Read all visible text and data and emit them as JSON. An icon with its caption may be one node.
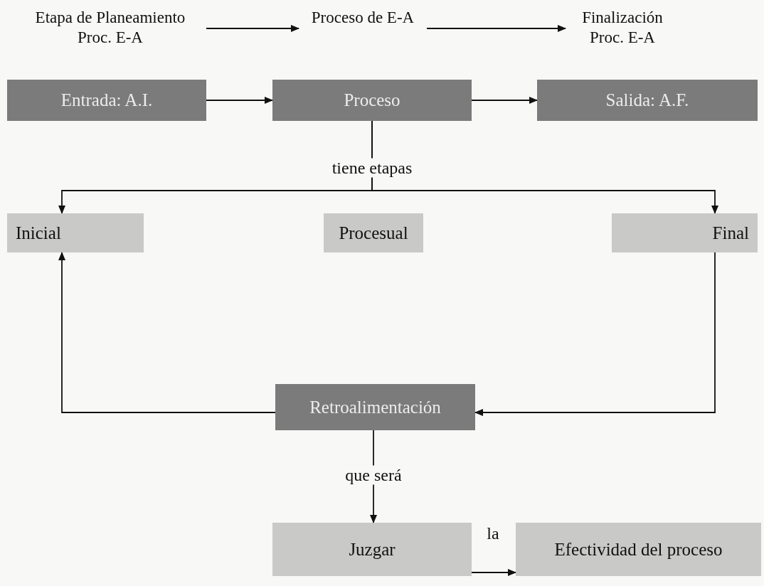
{
  "diagram": {
    "nodes": [
      {
        "text": [
          "Etapa de Planeamiento Proc. E-A"
        ]
      },
      {
        "text": [
          "Proceso de E-A"
        ]
      },
      {
        "text": [
          "Finalización Proc. E-A"
        ]
      },
      {
        "text": [
          "Entrada: A.I."
        ]
      },
      {
        "text": [
          "Proceso"
        ]
      },
      {
        "text": [
          "Salida: A.F."
        ]
      },
      {
        "text": [
          "Inicial"
        ]
      },
      {
        "text": [
          "Procesual"
        ]
      },
      {
        "text": [
          "Final"
        ]
      },
      {
        "text": [
          "Retroalimentación"
        ]
      },
      {
        "text": [
          "Juzgar"
        ]
      },
      {
        "text": [
          "Efectividad del proceso"
        ]
      }
    ],
    "edges": [
      {
        "from": 0,
        "to": 1,
        "arrow": "to"
      },
      {
        "from": 1,
        "to": 2,
        "arrow": "to"
      },
      {
        "from": 3,
        "to": 4,
        "arrow": "to"
      },
      {
        "from": 4,
        "to": 5,
        "arrow": "to"
      },
      {
        "from": 4,
        "to": 6,
        "arrow": "to",
        "label": "tiene etapas"
      },
      {
        "from": 4,
        "to": 8,
        "arrow": "to"
      },
      {
        "from": 8,
        "to": 9,
        "arrow": "to"
      },
      {
        "from": 9,
        "to": 6,
        "arrow": "to"
      },
      {
        "from": 9,
        "to": 10,
        "arrow": "to",
        "label": "que será"
      },
      {
        "from": 10,
        "to": 11,
        "arrow": "to",
        "label": "la"
      }
    ]
  }
}
